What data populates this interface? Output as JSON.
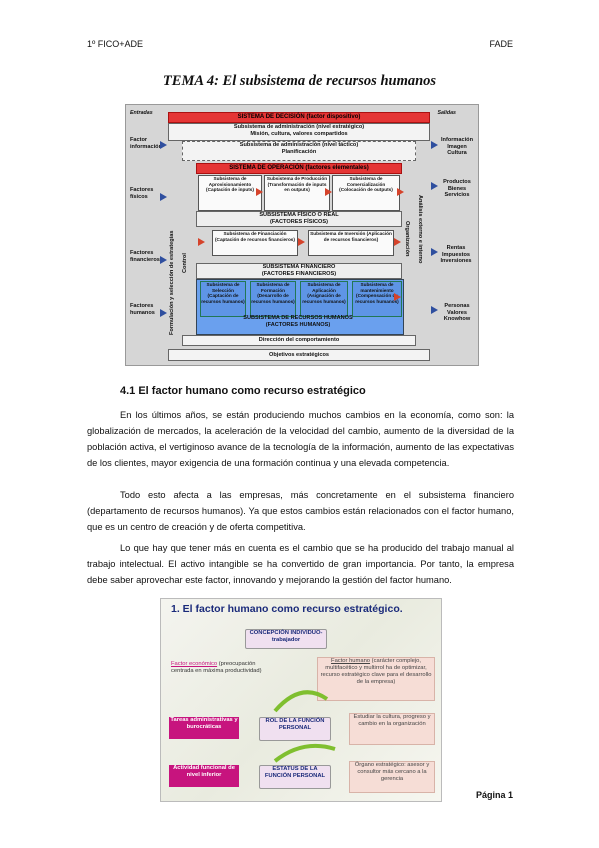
{
  "header": {
    "left": "1º FICO+ADE",
    "right": "FADE"
  },
  "title": "TEMA 4: El subsistema de recursos humanos",
  "diagram1": {
    "entradas": "Entradas",
    "salidas": "Salidas",
    "inputs": [
      "Factor información",
      "Factores físicos",
      "Factores financieros",
      "Factores humanos"
    ],
    "outputs": [
      "Información Imagen Cultura",
      "Productos Bienes Servicios",
      "Rentas Impuestos Inversiones",
      "Personas Valores Knowhow"
    ],
    "decision": "SISTEMA DE DECISIÓN (factor dispositivo)",
    "admin_strat": "Subsistema de administración (nivel estratégico)",
    "admin_strat2": "Misión, cultura, valores compartidos",
    "admin_tact": "Subsistema de administración (nivel táctico)",
    "admin_tact2": "Planificación",
    "operacion": "SISTEMA DE OPERACIÓN (factores elementales)",
    "aprov": "Subsistema de Aprovisionamiento (Captación de inputs)",
    "produccion": "Subsistema de Producción (Transformación de inputs en outputs)",
    "comercial": "Subsistema de Comercialización (Colocación de outputs)",
    "fisico": "SUBSISTEMA FÍSICO O REAL",
    "fisico2": "(FACTORES FÍSICOS)",
    "financiacion": "Subsistema de Financiación (Captación de recursos financieros)",
    "inversion": "Subsistema de Inversión (Aplicación de recursos financieros)",
    "financiero": "SUBSISTEMA FINANCIERO",
    "financiero2": "(FACTORES FINANCIEROS)",
    "seleccion": "Subsistema de Selección (Captación de recursos humanos)",
    "formacion": "Subsistema de Formación (Desarrollo de recursos humanos)",
    "aplicacion": "Subsistema de Aplicación (Asignación de recursos humanos)",
    "mantenimiento": "Subsistema de mantenimiento (Compensación de recursos humanos)",
    "rrhh": "SUBSISTEMA DE RECURSOS HUMANOS",
    "rrhh2": "(FACTORES HUMANOS)",
    "direccion": "Dirección del comportamiento",
    "objetivos": "Objetivos estratégicos",
    "left_vertical": "Formulación y selección de estrategias",
    "control": "Control",
    "organizacion": "Organización",
    "analisis": "Análisis externo e interno"
  },
  "section": {
    "heading": "4.1 El factor humano como recurso estratégico"
  },
  "paragraphs": [
    "En los últimos años, se están produciendo muchos cambios en la economía, como son: la globalización de mercados, la aceleración de la velocidad del cambio, aumento de la diversidad de la población activa, el vertiginoso avance de la tecnología de la información, aumento de las expectativas de los clientes, mayor exigencia de una formación continua y una elevada competencia.",
    "Todo esto afecta a las empresas, más concretamente en el subsistema financiero (departamento de recursos humanos). Ya que estos cambios están relacionados con el factor humano, que es un centro de creación y de oferta competitiva.",
    "Lo que hay que tener más en cuenta es el cambio que se ha producido del trabajo manual al trabajo intelectual. El activo intangible se ha convertido de gran importancia. Por tanto, la empresa debe saber aprovechar este factor, innovando y mejorando la gestión del factor humano."
  ],
  "diagram2": {
    "title": "1. El factor humano como recurso estratégico.",
    "concepcion": "CONCEPCIÓN INDIVIDUO-trabajador",
    "factor_eco": "Factor económico",
    "factor_eco_rest": "(preocupación centrada en máxima productividad)",
    "factor_hum": "Factor humano",
    "factor_hum_rest": "(carácter complejo, multifacético y multirrol ha de optimizar, recurso estratégico clave para el desarrollo de la empresa)",
    "tareas": "Tareas administrativas y burocráticas",
    "rol": "ROL DE LA FUNCIÓN PERSONAL",
    "estudiar": "Estudiar la cultura, progreso y cambio en la organización",
    "actividad": "Actividad funcional de nivel inferior",
    "estatus": "ESTATUS DE LA FUNCIÓN PERSONAL",
    "organo": "Órgano estratégico: asesor y consultor más cercano a la gerencia"
  },
  "footer": "Página 1"
}
